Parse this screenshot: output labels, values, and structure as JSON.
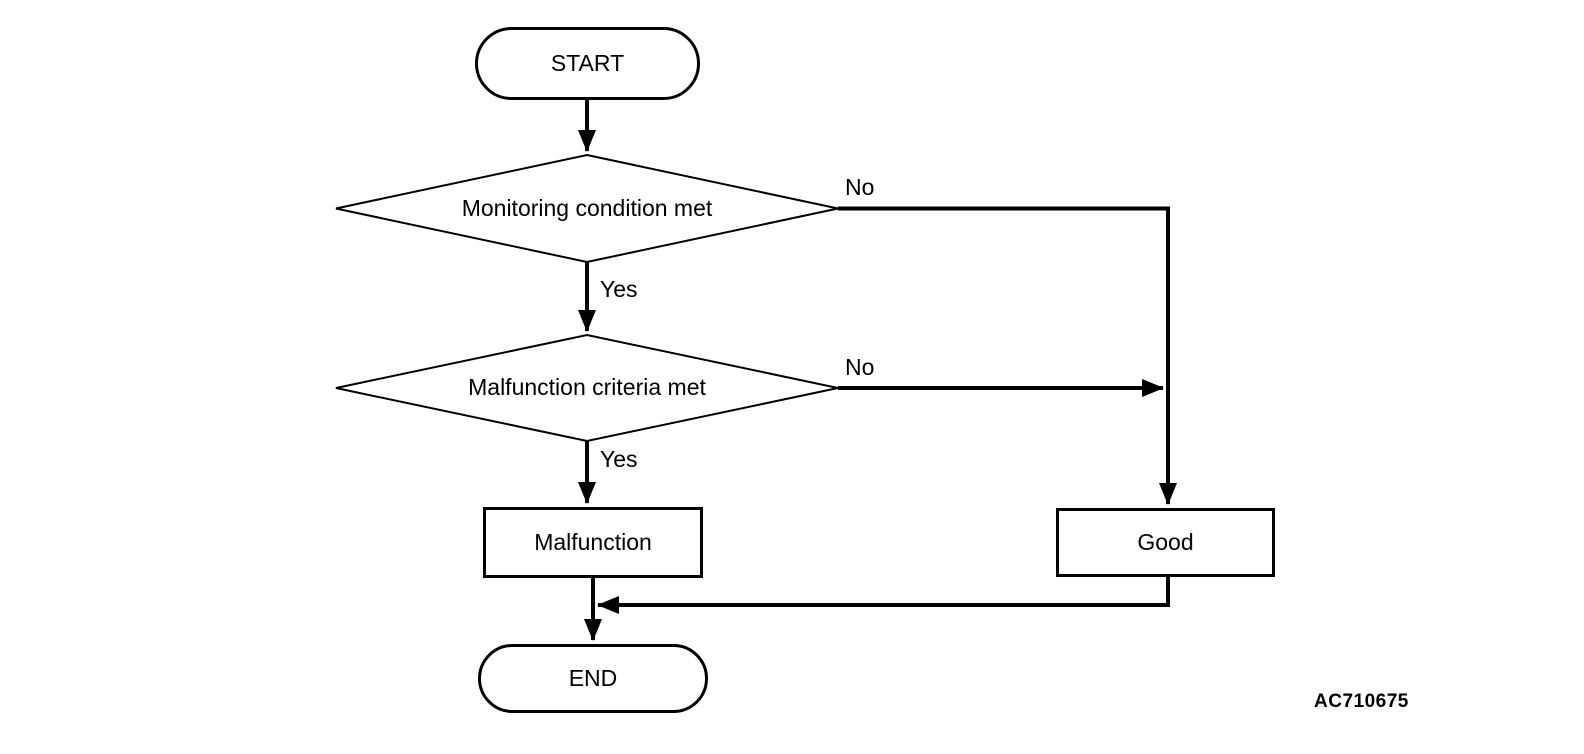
{
  "figure": {
    "code": "AC710675"
  },
  "colors": {
    "background": "#ffffff",
    "line": "#000000",
    "text": "#000000"
  },
  "flowchart": {
    "nodes": {
      "start": {
        "label": "START",
        "type": "terminator"
      },
      "monitoring": {
        "label": "Monitoring condition met",
        "type": "decision"
      },
      "criteria": {
        "label": "Malfunction criteria met",
        "type": "decision"
      },
      "malfunction": {
        "label": "Malfunction",
        "type": "process"
      },
      "good": {
        "label": "Good",
        "type": "process"
      },
      "end": {
        "label": "END",
        "type": "terminator"
      }
    },
    "edges": {
      "monitoring_no": {
        "label": "No"
      },
      "monitoring_yes": {
        "label": "Yes"
      },
      "criteria_no": {
        "label": "No"
      },
      "criteria_yes": {
        "label": "Yes"
      }
    }
  }
}
